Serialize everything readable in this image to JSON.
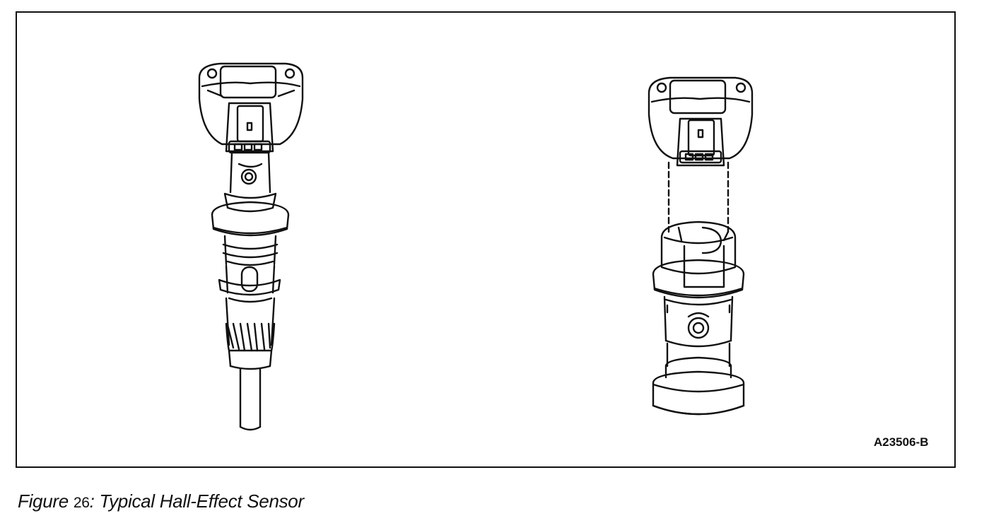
{
  "figure": {
    "reference_code": "A23506-B",
    "caption_prefix": "Figure",
    "caption_number": "26",
    "caption_title": ": Typical Hall-Effect Sensor"
  }
}
